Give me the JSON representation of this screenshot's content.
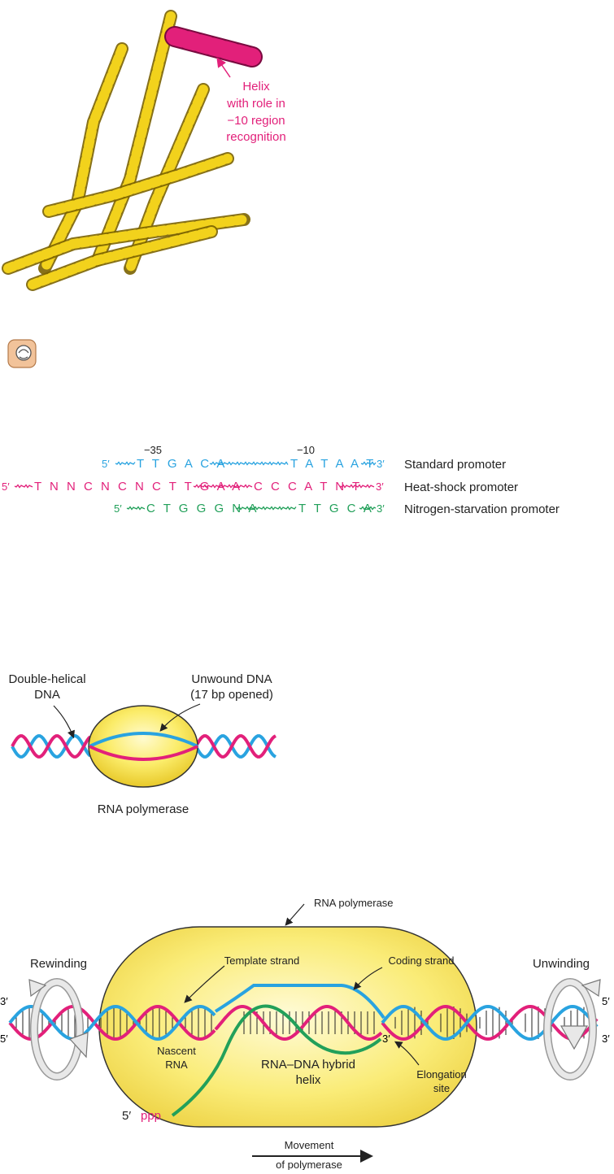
{
  "panel_a": {
    "helix_label": [
      "Helix",
      "with role in",
      "−10 region",
      "recognition"
    ]
  },
  "panel_b": {
    "pos_35": "−35",
    "pos_10": "−10",
    "rows": [
      {
        "five": "5′",
        "box35": "T T G A C A",
        "box10": "T A T A A T",
        "three": "3′",
        "name": "Standard promoter"
      },
      {
        "five": "5′",
        "box35": "T N N C N C N C T T G A A",
        "box10": "C C C A T N T",
        "three": "3′",
        "name": "Heat-shock promoter"
      },
      {
        "five": "5′",
        "box35": "C T G G G N A",
        "box10": "T T G C A",
        "three": "3′",
        "name": "Nitrogen-starvation promoter"
      }
    ]
  },
  "panel_c": {
    "double_helical": [
      "Double-helical",
      "DNA"
    ],
    "unwound": [
      "Unwound DNA",
      "(17 bp opened)"
    ],
    "polymerase": "RNA polymerase"
  },
  "panel_d": {
    "polymerase": "RNA polymerase",
    "rewinding": "Rewinding",
    "unwinding": "Unwinding",
    "template_strand": "Template strand",
    "coding_strand": "Coding strand",
    "nascent_rna": [
      "Nascent",
      "RNA"
    ],
    "hybrid": [
      "RNA–DNA hybrid",
      "helix"
    ],
    "elongation": [
      "Elongation",
      "site"
    ],
    "three_prime": "3′",
    "five_prime": "5′",
    "ppp_prefix": "5′",
    "ppp": "ppp",
    "movement": [
      "Movement",
      "of polymerase"
    ]
  },
  "colors": {
    "pink": "#e2207a",
    "blue": "#29a3e0",
    "green": "#22a05a",
    "yellow": "#f7e23a"
  }
}
